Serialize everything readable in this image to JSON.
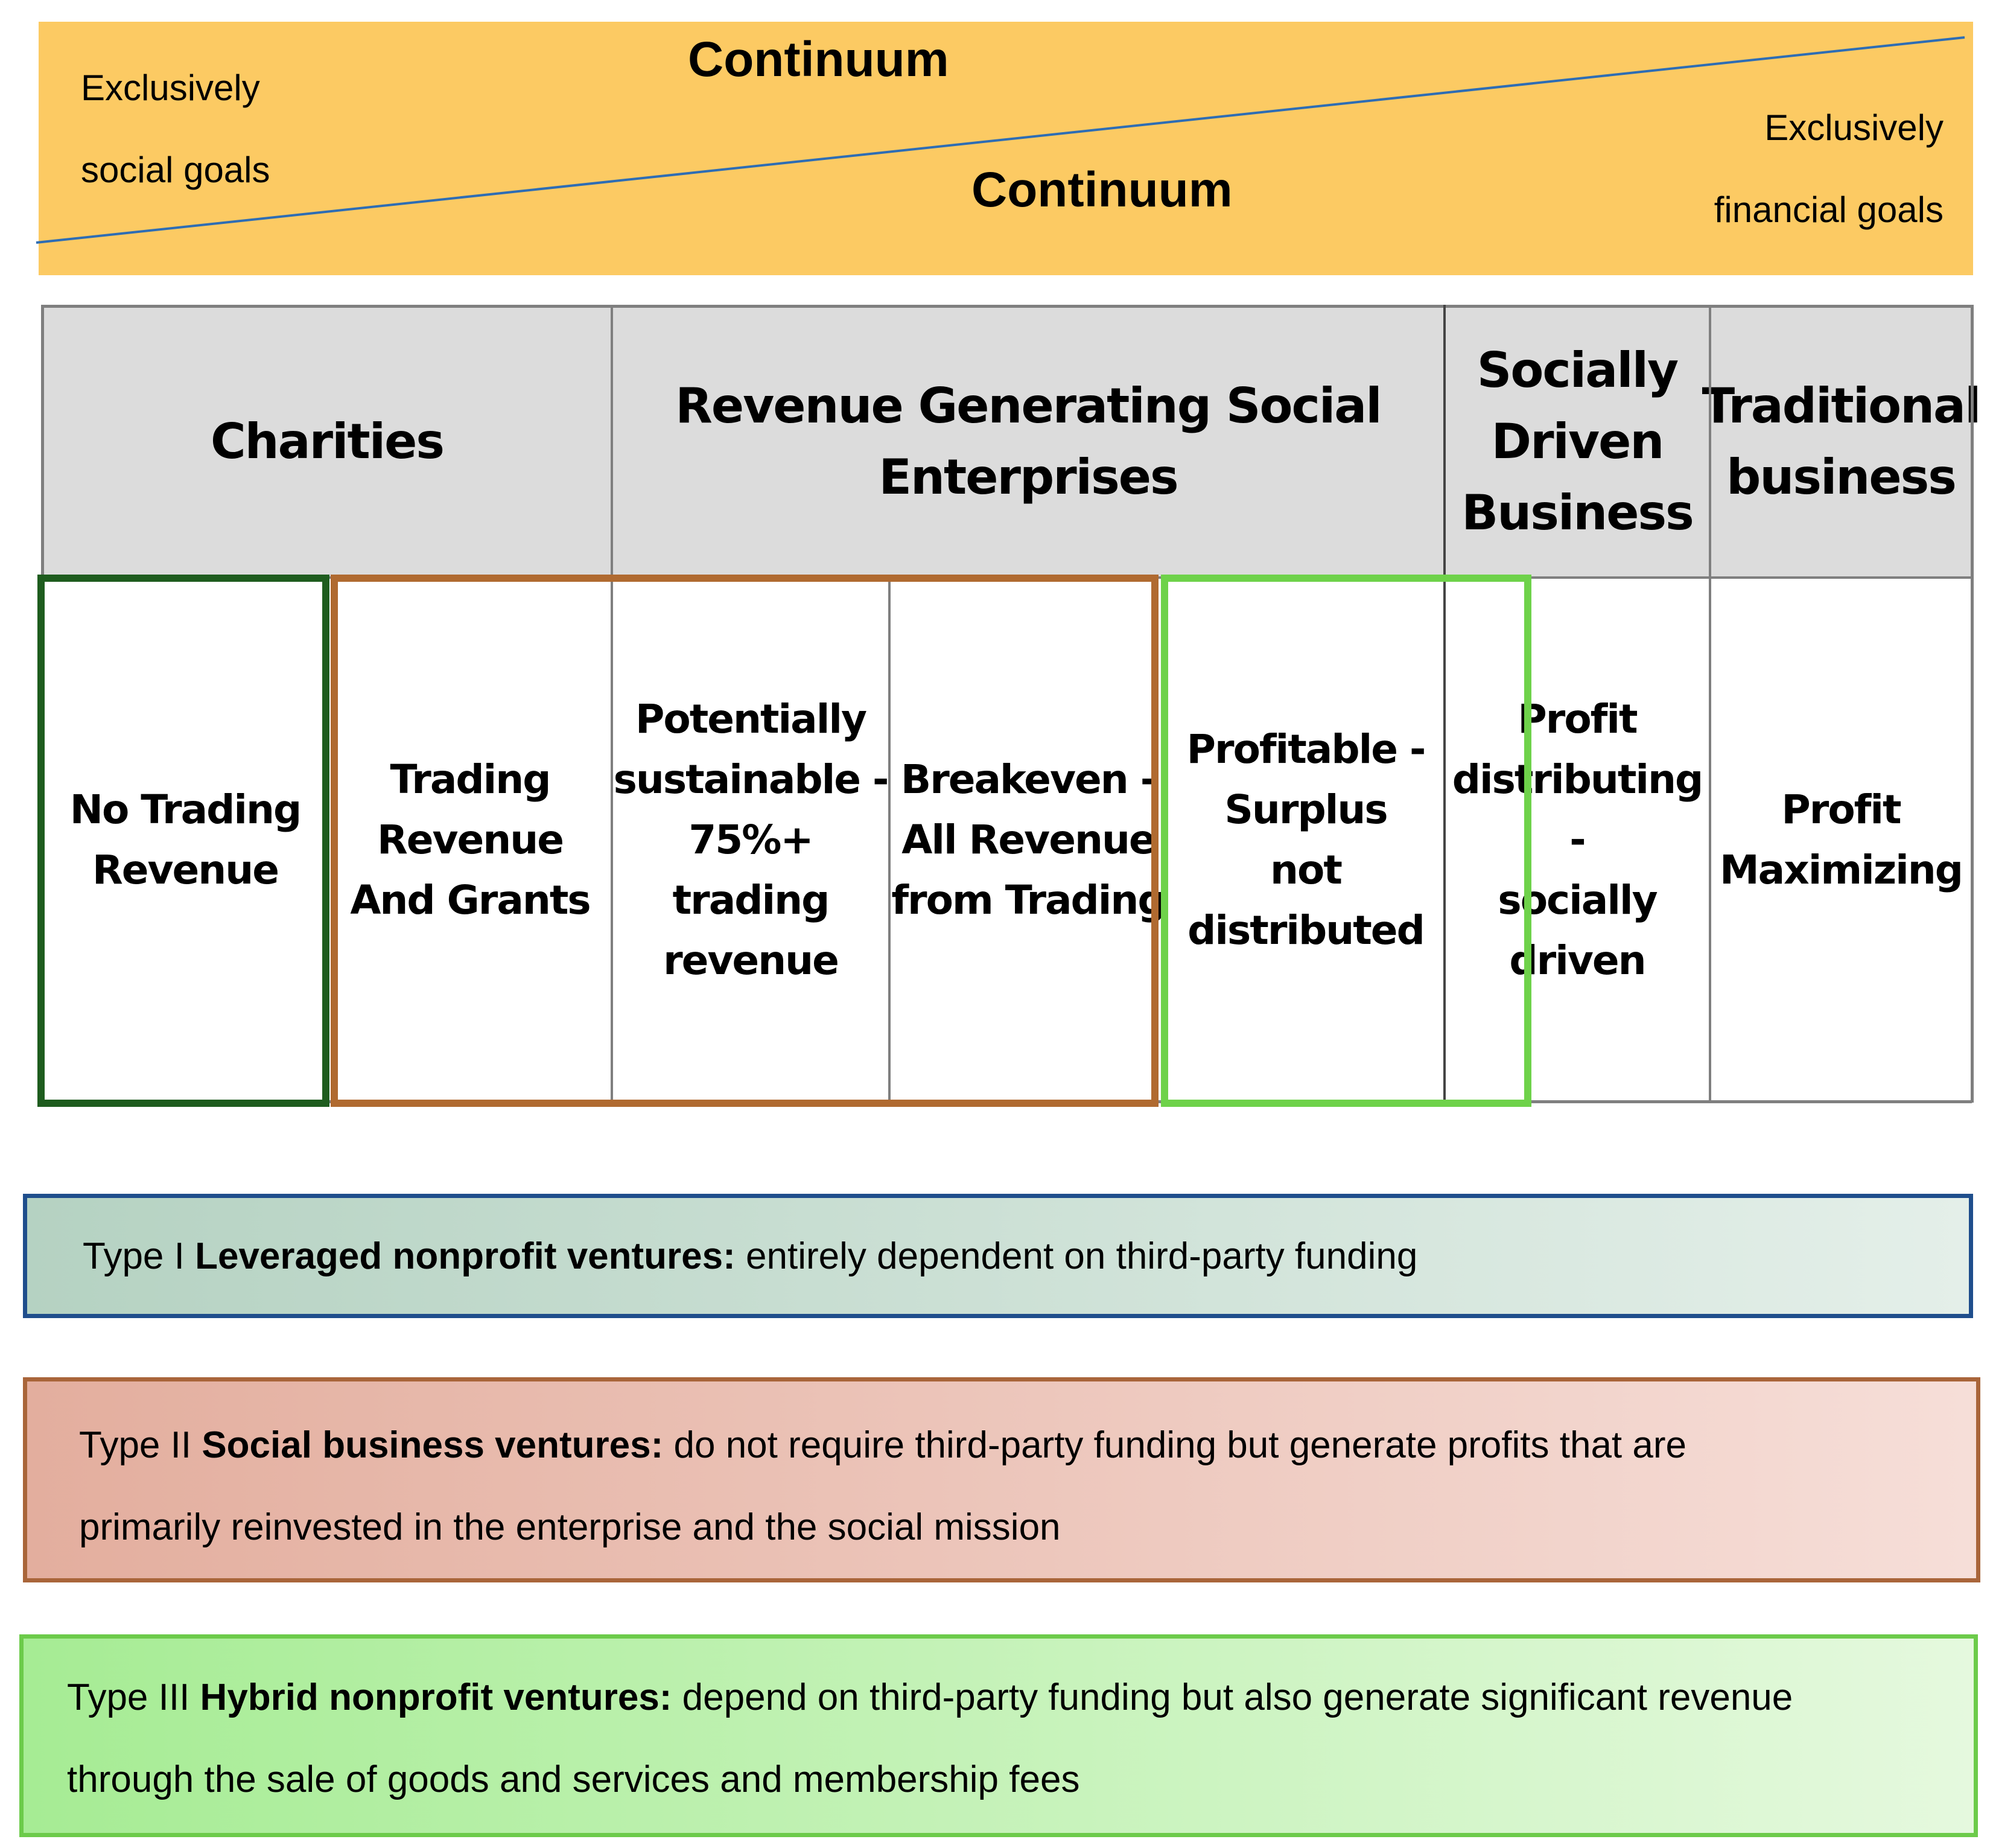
{
  "colors": {
    "banner": "#FCCA63",
    "banner_line": "#2E6DB4",
    "table_header": "#DCDCDC",
    "table_grid": "#7F7F7F",
    "type1_box": "#1F4E8C",
    "type2_box": "#A9653A",
    "type3_box": "#6CCB4A",
    "charities_outline": "#1E5C1E",
    "social_business_outline": "#B06A30",
    "hybrid_outline": "#6ED24A"
  },
  "continuum": {
    "top_label": "Continuum",
    "bottom_label": "Continuum",
    "left_line1": "Exclusively",
    "left_line2": "social goals",
    "right_line1": "Exclusively",
    "right_line2": "financial goals"
  },
  "table": {
    "headers": {
      "charities": "Charities",
      "revenue_generating": "Revenue Generating Social Enterprises",
      "socially_driven": [
        "Socially",
        "Driven",
        "Business"
      ],
      "traditional": [
        "Traditional",
        "business"
      ]
    },
    "cells": {
      "no_trading": [
        "No Trading",
        "Revenue"
      ],
      "trading_grants": [
        "Trading",
        "Revenue",
        "And Grants"
      ],
      "potentially": [
        "Potentially",
        "sustainable -",
        "75%+",
        "trading",
        "revenue"
      ],
      "breakeven": [
        "Breakeven -",
        "All Revenue",
        "from Trading"
      ],
      "profitable": [
        "Profitable -",
        "Surplus",
        "not",
        "distributed"
      ],
      "profit_distributing": [
        "Profit",
        "distributing -",
        "socially",
        "driven"
      ],
      "profit_max": [
        "Profit",
        "Maximizing"
      ]
    }
  },
  "types": {
    "type1": {
      "prefix": "Type I ",
      "name": "Leveraged nonprofit ventures:",
      "description": " entirely dependent on third-party funding"
    },
    "type2": {
      "prefix": "Type II ",
      "name": "Social business ventures:",
      "description_line1": " do not require third-party funding but generate profits that are",
      "description_line2": "primarily reinvested in the enterprise and the social mission"
    },
    "type3": {
      "prefix": "Type III ",
      "name": "Hybrid nonprofit ventures:",
      "description_line1": " depend on third-party funding but also generate significant revenue",
      "description_line2": "through the sale of goods and services and membership fees"
    }
  }
}
